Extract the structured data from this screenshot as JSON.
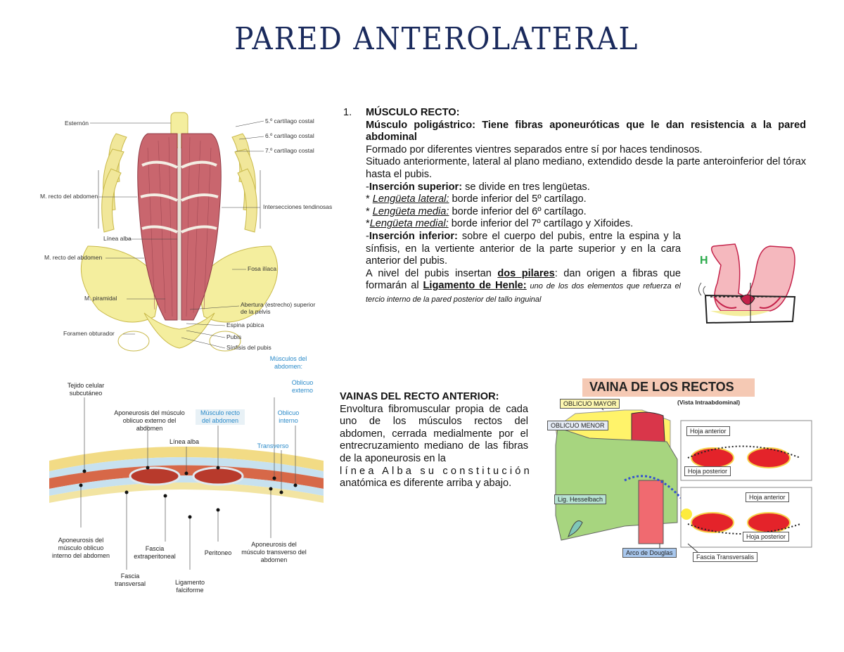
{
  "page": {
    "title": "PARED ANTEROLATERAL"
  },
  "section1": {
    "number": "1.",
    "heading": "MÚSCULO RECTO:",
    "subheading": "Músculo poligástrico: Tiene fibras aponeuróticas que le dan resistencia a la pared abdominal",
    "line1": "Formado por diferentes vientres separados entre sí por haces tendinosos.",
    "line2": "Situado anteriormente, lateral al plano mediano, extendido desde la parte anteroinferior del tórax hasta el pubis.",
    "sup_prefix": "-",
    "sup_label": "Inserción superior:",
    "sup_text": " se divide en tres lengüetas.",
    "lat_star": "* ",
    "lat_label": "Lengüeta lateral:",
    "lat_text": " borde inferior del 5º cartílago.",
    "med_star": "* ",
    "med_label": "Lengüeta media:",
    "med_text": " borde inferior del 6º cartílago.",
    "int_star": "*",
    "int_label": "Lengüeta medial:",
    "int_text": " borde inferior del 7º cartílago y Xifoides.",
    "inf_prefix": "-",
    "inf_label": "Inserción inferior:",
    "inf_text": " sobre el cuerpo del pubis, entre la espina y la sínfisis, en la vertiente anterior de la parte superior y en la cara anterior del pubis.",
    "pil_a": "A nivel del pubis insertan ",
    "pil_b": "dos pilares",
    "pil_c": ": dan origen a fibras que formarán al ",
    "pil_d": "Ligamento de Henle:",
    "pil_e": " uno de los dos elementos que refuerza el tercio interno de la pared posterior del tallo inguinal"
  },
  "section2": {
    "heading": "VAINAS DEL RECTO ANTERIOR:",
    "body": "Envoltura fibromuscular propia de cada uno de los músculos rectos del abdomen, cerrada medialmente por el entrecruzamiento mediano de las fibras de la aponeurosis en la",
    "spaced": "línea Alba su constitución",
    "body2": "anatómica es diferente arriba y abajo."
  },
  "figure_abdomen": {
    "labels": {
      "esternon": "Esternón",
      "c5": "5.º cartílago costal",
      "c6": "6.º cartílago costal",
      "c7": "7.º cartílago costal",
      "recto1": "M. recto del abdomen",
      "intersecciones": "Intersecciones tendinosas",
      "alba": "Línea alba",
      "recto2": "M. recto del abdomen",
      "fosa": "Fosa ilíaca",
      "piramidal": "M. piramidal",
      "abertura": "Abertura (estrecho) superior de la pelvis",
      "espina": "Espina púbica",
      "pubis": "Pubis",
      "sinfisis": "Sínfisis del pubis",
      "foramen": "Foramen obturador"
    }
  },
  "figure_henle": {
    "letter": "H"
  },
  "figure_cross": {
    "labels": {
      "top_blue": "Músculos del abdomen:",
      "tejido": "Tejido celular subcutáneo",
      "apo_ext": "Aponeurosis del músculo oblicuo externo del abdomen",
      "recto": "Músculo recto del abdomen",
      "obl_ext": "Oblicuo externo",
      "obl_int": "Oblicuo interno",
      "alba": "Línea alba",
      "transverso": "Transverso",
      "apo_int": "Aponeurosis del músculo oblicuo interno del abdomen",
      "fascia_extra": "Fascia extraperitoneal",
      "peritoneo": "Peritoneo",
      "apo_trans": "Aponeurosis del músculo transverso del abdomen",
      "fascia_trans": "Fascia transversal",
      "ligamento": "Ligamento falciforme"
    }
  },
  "figure_vaina": {
    "title": "VAINA DE LOS RECTOS",
    "subtitle": "(Vista Intraabdominal)",
    "oblicuo_mayor": "OBLICUO MAYOR",
    "oblicuo_menor": "OBLICUO MENOR",
    "hoja_ant1": "Hoja anterior",
    "hoja_post1": "Hoja posterior",
    "hoja_ant2": "Hoja anterior",
    "hoja_post2": "Hoja posterior",
    "hesselbach": "Lig. Hesselbach",
    "douglas": "Arco de Douglas",
    "fascia": "Fascia Transversalis"
  }
}
